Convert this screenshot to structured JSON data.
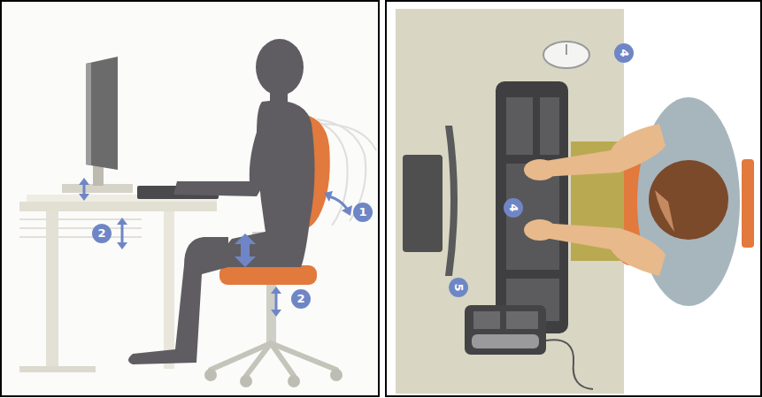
{
  "diagram": {
    "labels": [
      "1",
      "2",
      "2",
      "4",
      "4",
      "5"
    ]
  }
}
